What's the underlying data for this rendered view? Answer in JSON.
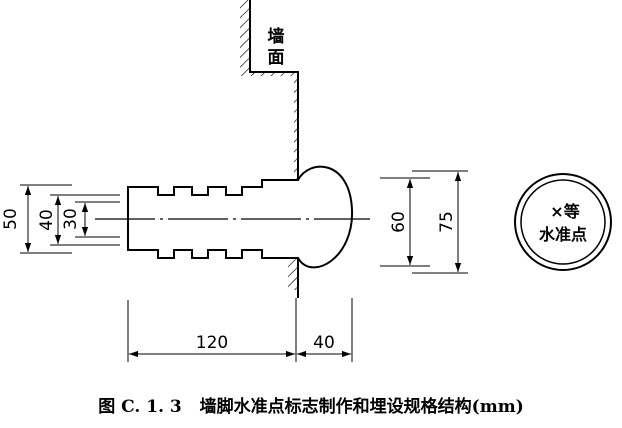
{
  "labels": {
    "wall_line1": "墙",
    "wall_line2": "面",
    "point_line1": "×等",
    "point_line2": "水准点"
  },
  "dimensions": {
    "d50": "50",
    "d40": "40",
    "d30": "30",
    "d60": "60",
    "d75": "75",
    "d120": "120",
    "d40b": "40"
  },
  "caption": {
    "number": "图 C. 1. 3",
    "title": "墙脚水准点标志制作和埋设规格结构(mm)"
  }
}
